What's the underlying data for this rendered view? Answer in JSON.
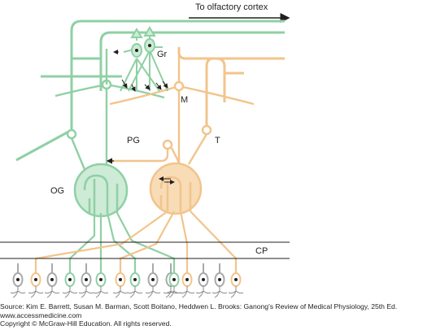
{
  "labels": {
    "to_cortex": "To olfactory cortex",
    "granule": "Gr",
    "mitral": "M",
    "periglomerular": "PG",
    "tufted": "T",
    "olfactory_glomerulus": "OG",
    "cribriform_plate": "CP"
  },
  "colors": {
    "green_line": "#8fd0a4",
    "green_fill": "#cdebd6",
    "orange_line": "#f2c48b",
    "orange_fill": "#f7dcb6",
    "gray_cell": "#a7a9ac",
    "black": "#231f20"
  },
  "caption": {
    "source": "Source: Kim E. Barrett, Susan M. Barman, Scott Boitano, Heddwen L. Brooks: Ganong's Review of Medical Physiology, 25th Ed.",
    "url": "www.accessmedicine.com",
    "copyright": "Copyright © McGraw-Hill Education.  All rights reserved."
  }
}
